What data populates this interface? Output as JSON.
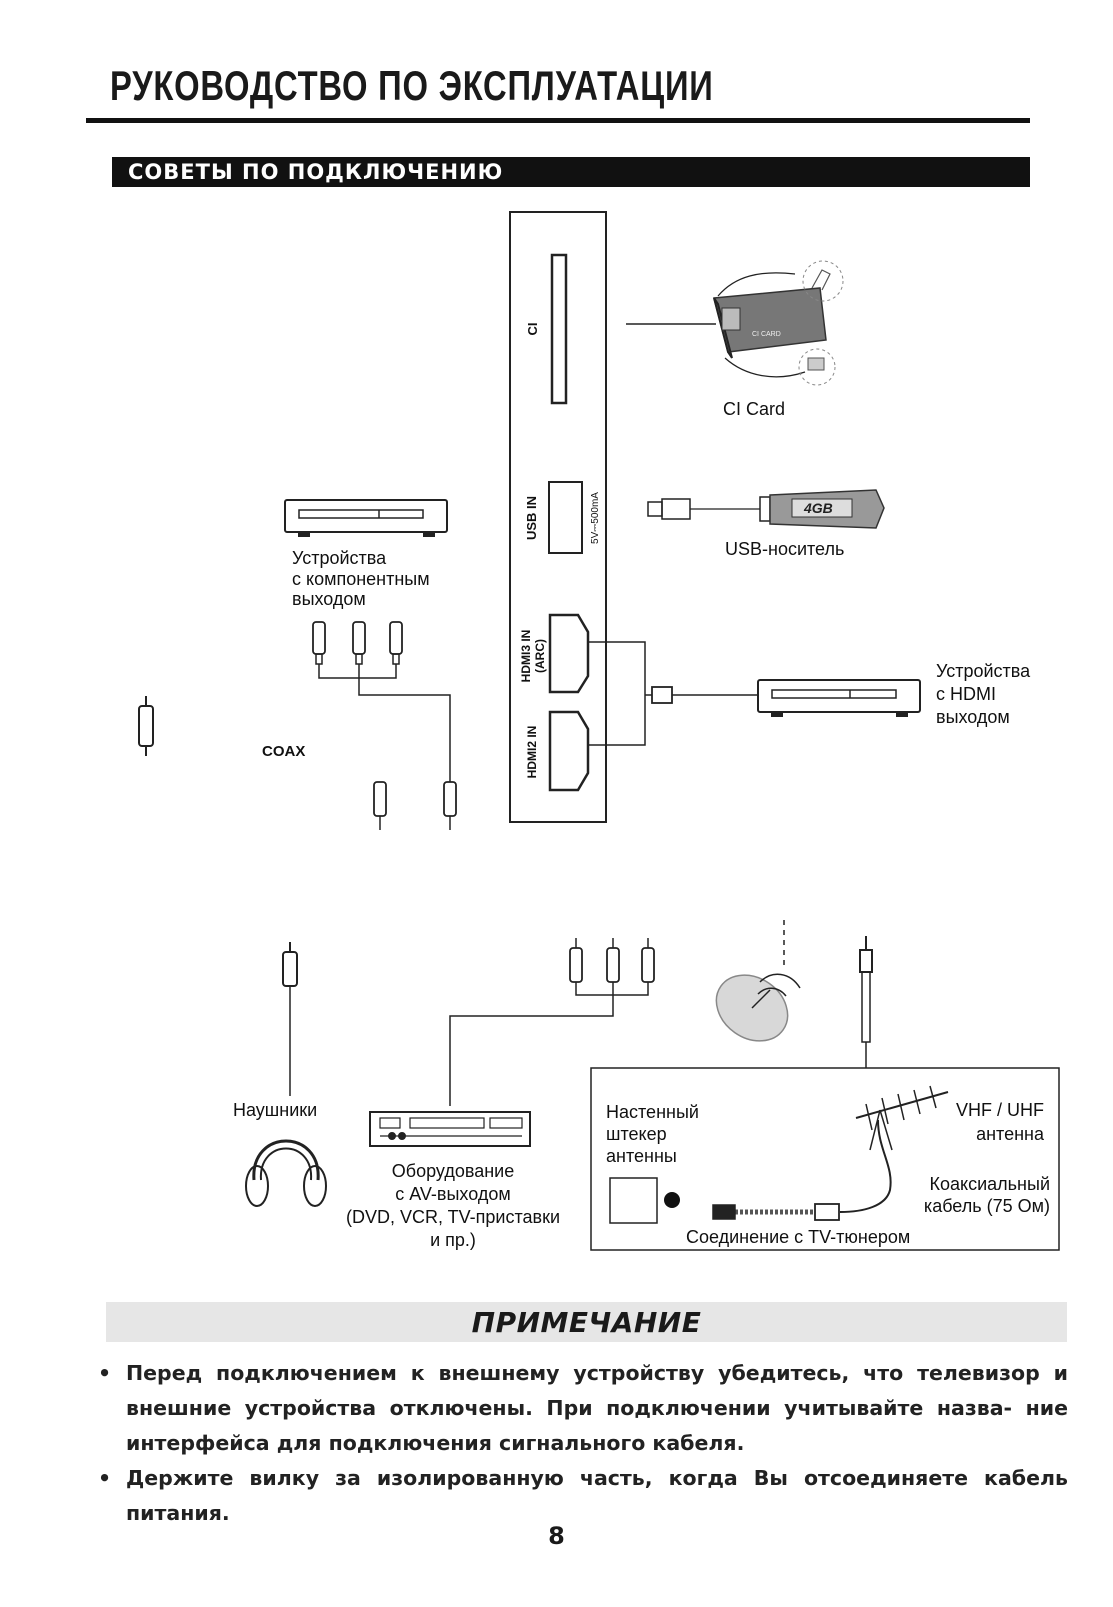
{
  "header": {
    "title": "РУКОВОДСТВО ПО ЭКСПЛУАТАЦИИ",
    "section": "СОВЕТЫ ПО ПОДКЛЮЧЕНИЮ"
  },
  "panel": {
    "ci_label": "CI",
    "usb_label": "USB IN",
    "usb_rating": "5V⎓500mA",
    "hdmi3_label_1": "HDMI3 IN",
    "hdmi3_label_2": "(ARC)",
    "hdmi2_label": "HDMI2 IN"
  },
  "devices": {
    "ci_card": "CI Card",
    "ci_card_brand": "CI CARD",
    "usb_storage": "USB-носитель",
    "usb_capacity": "4GB",
    "component_line1": "Устройства",
    "component_line2": "с компонентным",
    "component_line3": "выходом",
    "hdmi_line1": "Устройства",
    "hdmi_line2": "с HDMI",
    "hdmi_line3": "выходом",
    "coax": "COAX",
    "headphones": "Наушники",
    "av_line1": "Оборудование",
    "av_line2": "с AV-выходом",
    "av_line3": "(DVD, VCR, TV-приставки",
    "av_line4": "и пр.)"
  },
  "antenna_box": {
    "wall_line1": "Настенный",
    "wall_line2": "штекер",
    "wall_line3": "антенны",
    "ant_line1": "VHF / UHF",
    "ant_line2": "антенна",
    "cable_line1": "Коаксиальный",
    "cable_line2": "кабель (75 Ом)",
    "tuner": "Соединение с TV-тюнером"
  },
  "note": {
    "title": "ПРИМЕЧАНИЕ",
    "items": [
      "Перед подключением к внешнему устройству убедитесь, что телевизор и внешние устройства отключены. При подключении учитывайте назва- ние интерфейса для подключения сигнального кабеля.",
      "Держите вилку за изолированную часть, когда Вы отсоединяете кабель питания."
    ]
  },
  "page_number": "8"
}
